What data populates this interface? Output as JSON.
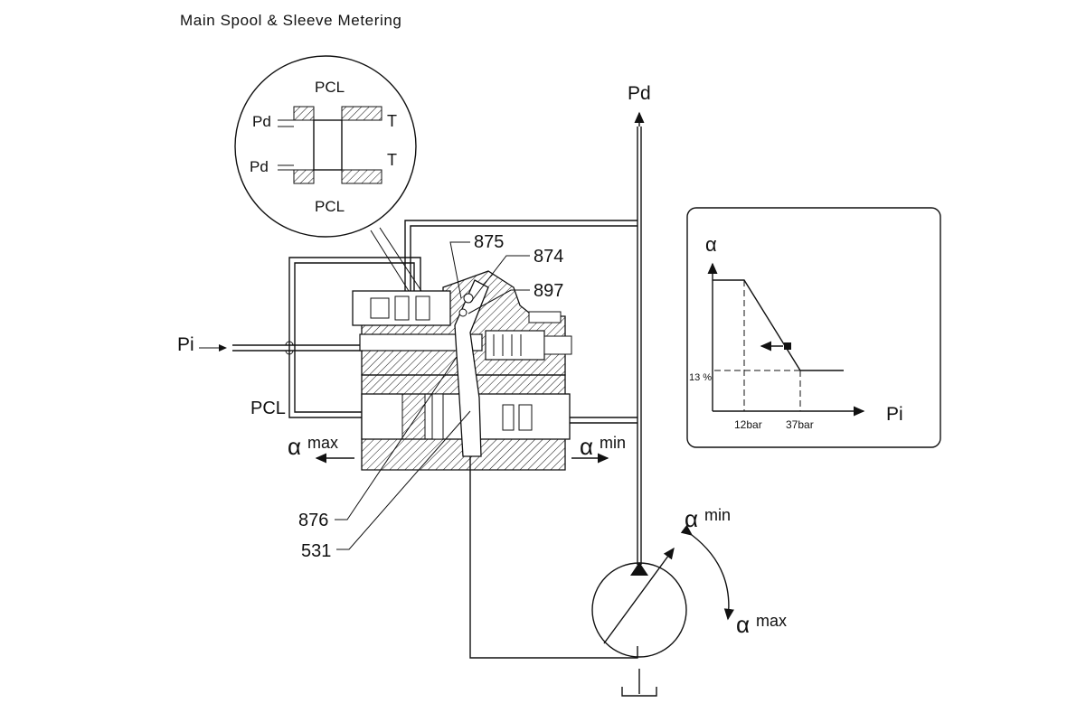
{
  "title": "Main Spool & Sleeve Metering",
  "detail": {
    "pcl_top": "PCL",
    "pcl_bottom": "PCL",
    "pd_upper": "Pd",
    "pd_lower": "Pd",
    "t_upper": "T",
    "t_lower": "T"
  },
  "ports": {
    "pd": "Pd",
    "pi": "Pi",
    "pcl": "PCL"
  },
  "callouts": [
    "875",
    "874",
    "897",
    "876",
    "531"
  ],
  "alpha": {
    "symbol": "α",
    "max": "max",
    "min": "min"
  },
  "graph": {
    "y_label": "α",
    "x_label": "Pi",
    "y_tick": "13 %",
    "x_ticks": [
      "12bar",
      "37bar"
    ]
  }
}
